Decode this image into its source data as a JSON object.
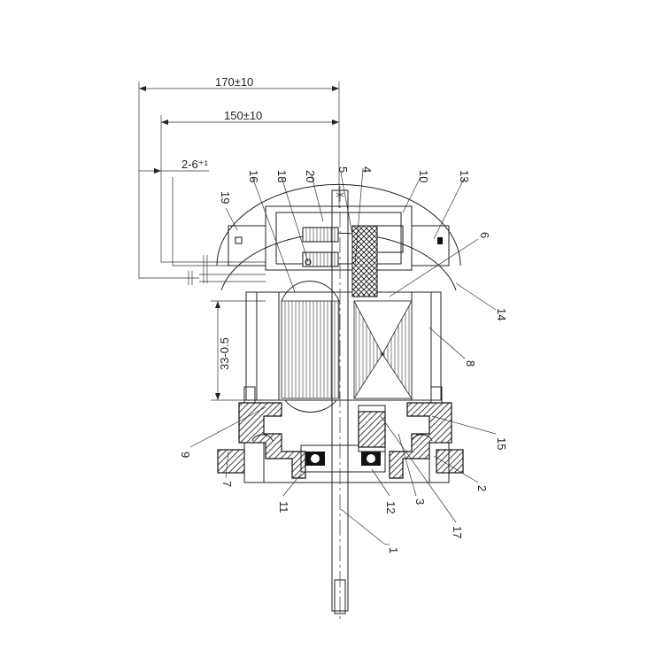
{
  "dimensions": {
    "overall_lead": "170±10",
    "lead_length": "150±10",
    "strip": "2-6⁺¹",
    "stack_height": "33-0.5"
  },
  "part_labels": [
    "1",
    "2",
    "3",
    "4",
    "5",
    "6",
    "7",
    "8",
    "9",
    "10",
    "11",
    "12",
    "13",
    "14",
    "15",
    "16",
    "17",
    "18",
    "19",
    "20"
  ]
}
